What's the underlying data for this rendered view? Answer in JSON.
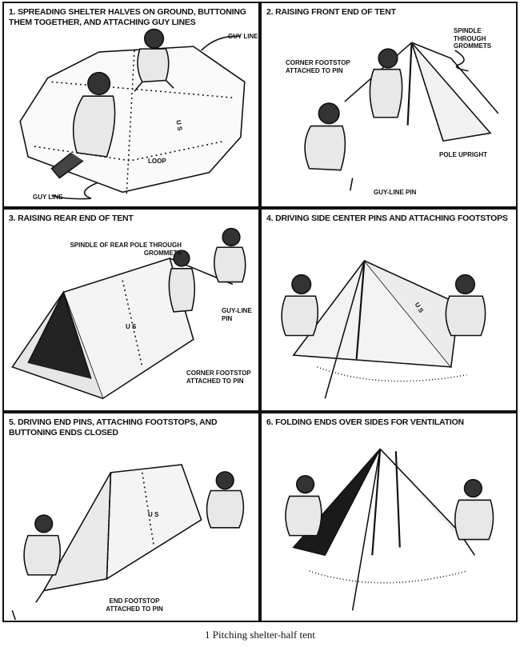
{
  "panels": [
    {
      "title": "1. Spreading shelter halves on ground, buttoning them together, and attaching guy lines",
      "labels": [
        "Guy line",
        "Loop",
        "Guy line",
        "U S"
      ]
    },
    {
      "title": "2. Raising front end of tent",
      "labels": [
        "Spindle through grommets",
        "Corner footstop attached to pin",
        "Pole upright",
        "Guy-line pin"
      ]
    },
    {
      "title": "3. Raising rear end of tent",
      "labels": [
        "Spindle of rear pole through grommets",
        "Guy-line pin",
        "Corner footstop attached to pin",
        "U S"
      ]
    },
    {
      "title": "4. Driving side center pins and attaching footstops",
      "labels": [
        "U S"
      ]
    },
    {
      "title": "5. Driving end pins, attaching footstops, and buttoning ends closed",
      "labels": [
        "End footstop attached to pin",
        "U S"
      ]
    },
    {
      "title": "6. Folding ends over sides for ventilation",
      "labels": []
    }
  ],
  "caption": "1 Pitching shelter-half tent"
}
